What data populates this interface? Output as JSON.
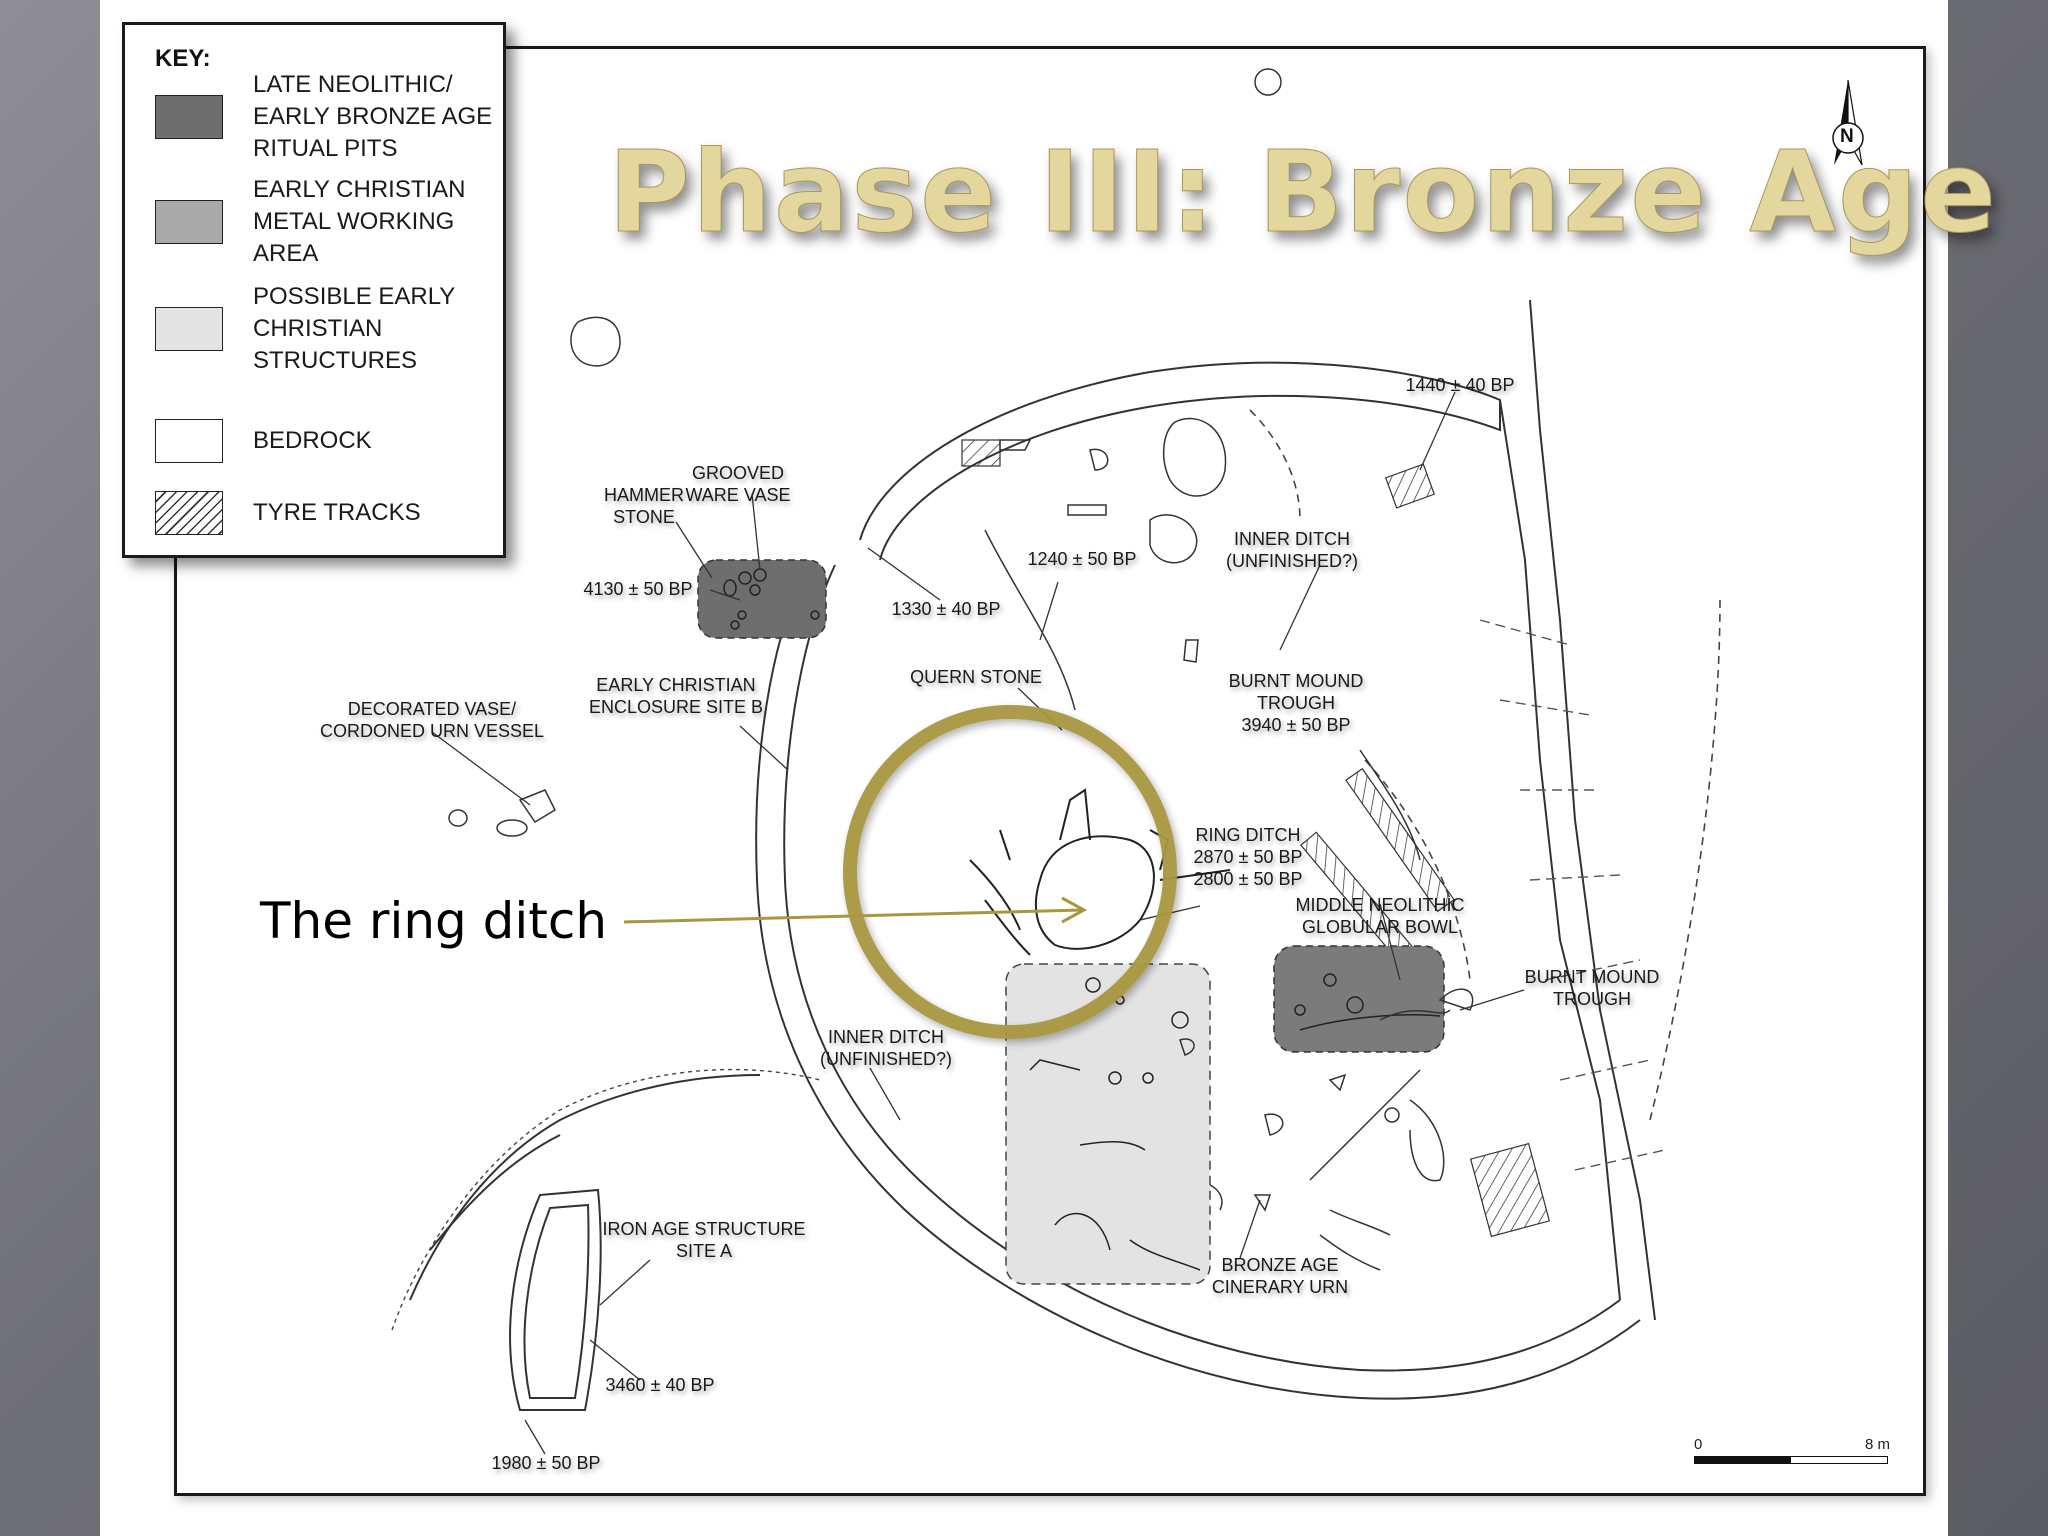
{
  "title": "Phase III: Bronze Age",
  "callout": "The ring ditch",
  "north_arrow_letter": "N",
  "key": {
    "heading": "KEY:",
    "items": [
      {
        "label_lines": [
          "LATE NEOLITHIC/",
          "EARLY BRONZE AGE",
          "RITUAL PITS"
        ],
        "color": "#6e6e6e"
      },
      {
        "label_lines": [
          "EARLY CHRISTIAN",
          "METAL WORKING",
          "AREA"
        ],
        "color": "#a9a9a9"
      },
      {
        "label_lines": [
          "POSSIBLE EARLY",
          "CHRISTIAN",
          "STRUCTURES"
        ],
        "color": "#e3e3e3"
      },
      {
        "label_lines": [
          "BEDROCK"
        ],
        "color": "#ffffff"
      },
      {
        "label_lines": [
          "TYRE TRACKS"
        ],
        "color": "hatch"
      }
    ]
  },
  "labels": {
    "bp_1440": "1440 ± 40 BP",
    "grooved_ware_vase": [
      "GROOVED",
      "WARE VASE"
    ],
    "hammer_stone": [
      "HAMMER",
      "STONE"
    ],
    "bp_4130": "4130 ± 50 BP",
    "bp_1240": "1240 ± 50 BP",
    "bp_1330": "1330 ± 40 BP",
    "inner_ditch_top": [
      "INNER DITCH",
      "(UNFINISHED?)"
    ],
    "early_christian_enclosure": [
      "EARLY CHRISTIAN",
      "ENCLOSURE SITE B"
    ],
    "quern_stone": "QUERN STONE",
    "burnt_mound_trough_1": [
      "BURNT MOUND",
      "TROUGH",
      "3940 ± 50 BP"
    ],
    "decorated_vase": [
      "DECORATED VASE/",
      "CORDONED URN VESSEL"
    ],
    "ring_ditch": [
      "RING DITCH",
      "2870 ± 50 BP",
      "2800 ± 50 BP"
    ],
    "middle_neolithic": [
      "MIDDLE NEOLITHIC",
      "GLOBULAR BOWL"
    ],
    "burnt_mound_trough_2": [
      "BURNT MOUND",
      "TROUGH"
    ],
    "inner_ditch_bottom": [
      "INNER DITCH",
      "(UNFINISHED?)"
    ],
    "iron_age_structure": [
      "IRON AGE STRUCTURE",
      "SITE A"
    ],
    "bronze_age_urn": [
      "BRONZE AGE",
      "CINERARY URN"
    ],
    "bp_3460": "3460 ± 40 BP",
    "bp_1980": "1980 ± 50 BP"
  },
  "scale": {
    "start": "0",
    "end": "8 m"
  },
  "colors": {
    "accent_gold": "#a8973f",
    "title_fill": "#e3d79e"
  }
}
